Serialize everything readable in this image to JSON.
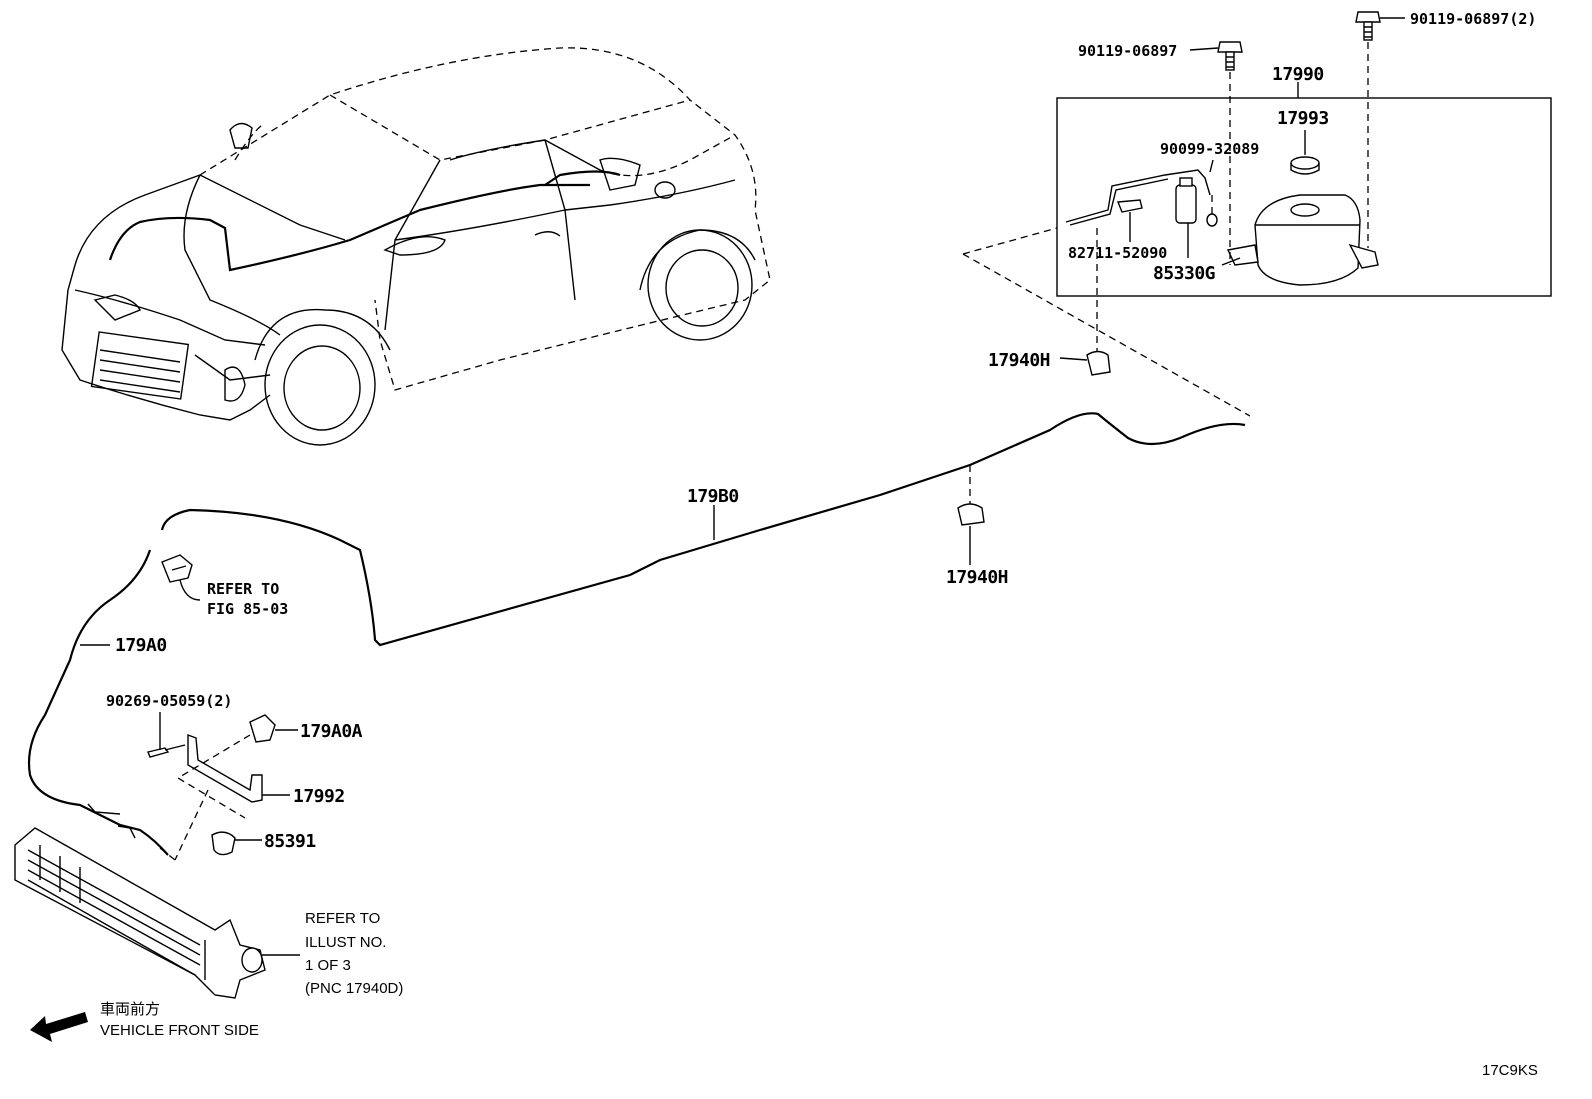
{
  "labels": {
    "bolt_top_left": "90119-06897",
    "bolt_top_right": "90119-06897(2)",
    "tank_assembly": "17990",
    "cap": "17993",
    "hose_nipple": "90099-32089",
    "wire": "82711-52090",
    "pump": "85330G",
    "clamp_upper": "17940H",
    "hose_main": "179B0",
    "clamp_lower": "17940H",
    "hose_front": "179A0",
    "bolt_bracket": "90269-05059(2)",
    "clip": "179A0A",
    "bracket": "17992",
    "grommet": "85391"
  },
  "notes": {
    "refer_fig_line1": "REFER TO",
    "refer_fig_line2": "FIG 85-03",
    "refer_illust_line1": "REFER TO",
    "refer_illust_line2": "ILLUST NO.",
    "refer_illust_line3": "1 OF 3",
    "refer_illust_line4": "(PNC 17940D)"
  },
  "direction": {
    "japanese": "車両前方",
    "english": "VEHICLE FRONT SIDE"
  },
  "figure_code": "17C9KS"
}
